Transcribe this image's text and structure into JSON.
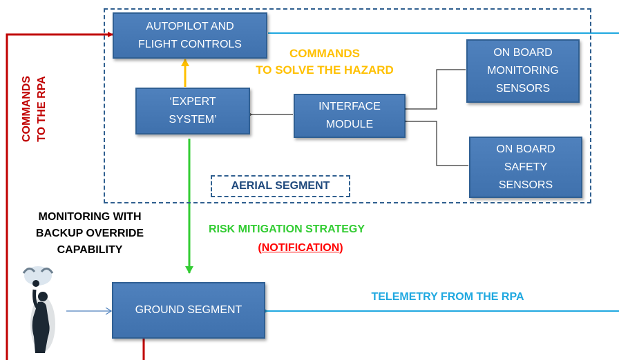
{
  "boxes": {
    "autopilot": [
      "AUTOPILOT AND",
      "FLIGHT CONTROLS"
    ],
    "expert": [
      "‘EXPERT",
      "SYSTEM’"
    ],
    "interface": [
      "INTERFACE",
      "MODULE"
    ],
    "monitoring_sensors": [
      "ON BOARD",
      "MONITORING",
      "SENSORS"
    ],
    "safety_sensors": [
      "ON BOARD",
      "SAFETY",
      "SENSORS"
    ],
    "ground": "GROUND SEGMENT"
  },
  "labels": {
    "commands_solve": [
      "COMMANDS",
      "TO SOLVE THE HAZARD"
    ],
    "aerial_segment": "AERIAL SEGMENT",
    "commands_rpa": [
      "COMMANDS",
      "TO THE RPA"
    ],
    "monitoring_backup": [
      "MONITORING WITH",
      "BACKUP OVERRIDE",
      "CAPABILITY"
    ],
    "risk_strategy": "RISK MITIGATION STRATEGY",
    "notification": "(NOTIFICATION)",
    "telemetry": "TELEMETRY FROM THE RPA"
  },
  "colors": {
    "box_fill": "#4f81bd",
    "frame": "#2f5f8f",
    "red": "#c00000",
    "orange": "#ffc000",
    "green": "#33cc33",
    "blue": "#1fa8e0",
    "navy": "#1f497d",
    "bright_red": "#ff0000"
  },
  "icons": {
    "operator": "person-silhouette-icon"
  }
}
